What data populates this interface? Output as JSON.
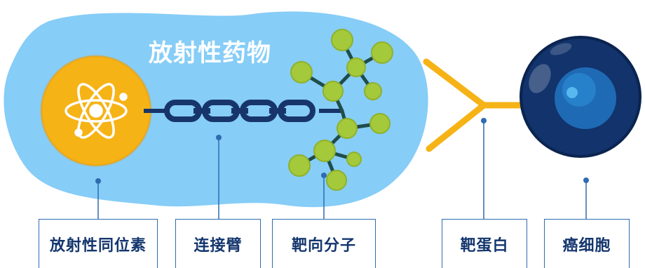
{
  "diagram": {
    "title": "放射性药物",
    "labels": {
      "isotope": "放射性同位素",
      "linker": "连接臂",
      "targeting_molecule": "靶向分子",
      "target_protein": "靶蛋白",
      "cancer_cell": "癌细胞"
    },
    "colors": {
      "drug_blob": "#86cdf7",
      "isotope": "#f6b316",
      "chain": "#17356a",
      "molecule_node": "#a4c93a",
      "molecule_bond": "#1f4d4a",
      "receptor": "#f6b316",
      "cell": "#12336b",
      "label_border": "#2f6bb0",
      "label_text": "#14366e"
    }
  }
}
